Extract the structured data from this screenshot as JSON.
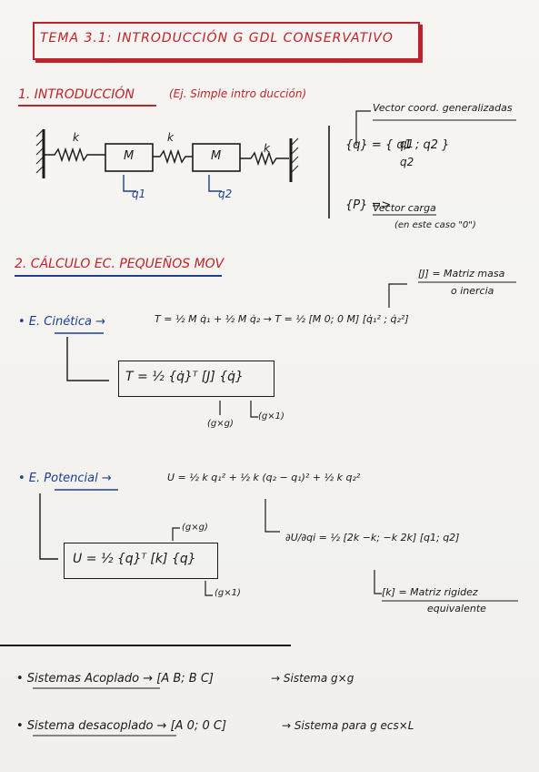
{
  "title": "TEMA 3.1: INTRODUCCIÓN G GDL CONSERVATIVO",
  "section1": {
    "heading": "1. INTRODUCCIÓN",
    "note": "(Ej. Simple intro ducción)",
    "mass_label": "M",
    "spring_label": "k",
    "dof1": "q1",
    "dof2": "q2",
    "coord_label": "Vector coord. generalizadas",
    "q_vector": "{q} = { q1 ; q2 }",
    "load_label": "Vector carga",
    "load_sub": "(en este caso \"0\")",
    "p_vector": "{P} =>"
  },
  "section2": {
    "heading": "2. CÁLCULO EC. PEQUEÑOS MOV",
    "mass_matrix_label": "[J] = Matriz masa",
    "mass_matrix_sub": "o inercia",
    "kinetic": {
      "bullet": "• E. Cinética →",
      "equation": "T = ½ M q̇₁ + ½ M q̇₂ → T = ½ [M 0; 0 M] [q̇₁² ; q̇₂²]",
      "boxed": "T = ½ {q̇}ᵀ [J] {q̇}",
      "dim_matrix": "(g×g)",
      "dim_vector": "(g×1)"
    },
    "potential": {
      "bullet": "• E. Potencial →",
      "equation": "U = ½ k q₁² + ½ k (q₂ − q₁)² + ½ k q₂²",
      "boxed": "U = ½ {q}ᵀ [k] {q}",
      "dim_matrix": "(g×g)",
      "dim_vector": "(g×1)",
      "derivative": "∂U/∂qi = ½ [2k −k; −k 2k] [q1; q2]",
      "stiffness_label": "[k] = Matriz rigidez",
      "stiffness_sub": "equivalente"
    }
  },
  "systems": {
    "coupled": "• Sistemas Acoplado → [A B; B C]",
    "coupled_result": "→ Sistema g×g",
    "uncoupled": "• Sistema desacoplado → [A 0; 0 C]",
    "uncoupled_result": "→ Sistema para g ecs×L"
  },
  "colors": {
    "red_ink": "#c0222b",
    "blue_ink": "#1e3f8f",
    "black_ink": "#1a1a1a"
  }
}
